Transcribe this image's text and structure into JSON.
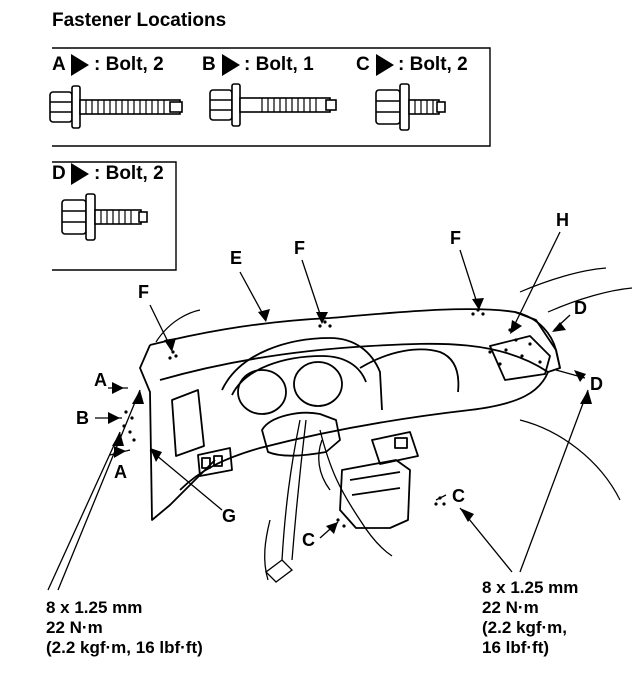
{
  "title": "Fastener Locations",
  "fasteners": [
    {
      "letter": "A",
      "desc": ": Bolt, 2"
    },
    {
      "letter": "B",
      "desc": ": Bolt, 1"
    },
    {
      "letter": "C",
      "desc": ": Bolt, 2"
    },
    {
      "letter": "D",
      "desc": ": Bolt, 2"
    }
  ],
  "callouts": {
    "A": "A",
    "B": "B",
    "C": "C",
    "D": "D",
    "E": "E",
    "F": "F",
    "G": "G",
    "H": "H"
  },
  "specs": {
    "left": {
      "line1": "8 x 1.25 mm",
      "line2": "22 N·m",
      "line3": "(2.2 kgf·m, 16 lbf·ft)"
    },
    "right": {
      "line1": "8 x 1.25 mm",
      "line2": "22 N·m",
      "line3": "(2.2 kgf·m,",
      "line4": "16 lbf·ft)"
    }
  }
}
